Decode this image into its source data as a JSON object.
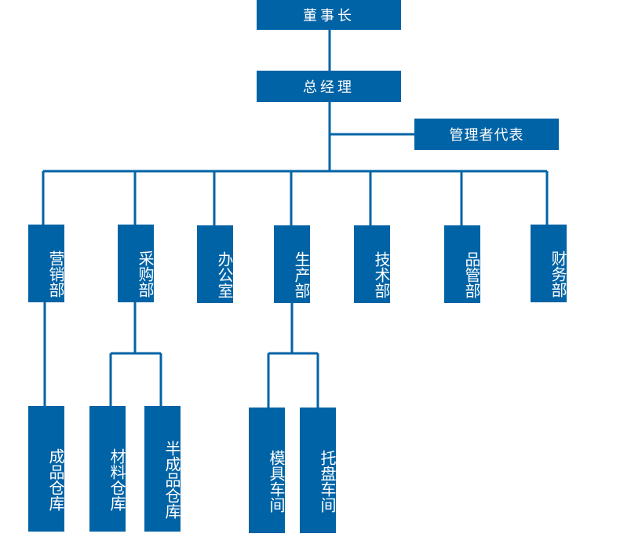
{
  "org_chart": {
    "board": "董事长",
    "general_manager": "总经理",
    "management_rep": "管理者代表",
    "departments": {
      "marketing": "营销部",
      "purchasing": "采购部",
      "office": "办公室",
      "production": "生产部",
      "technology": "技术部",
      "quality": "品管部",
      "finance": "财务部"
    },
    "sub_units": {
      "finished_goods_warehouse": "成品仓库",
      "material_warehouse": "材料仓库",
      "semi_finished_warehouse": "半成品仓库",
      "mold_workshop": "模具车间",
      "pallet_workshop": "托盘车间"
    }
  },
  "colors": {
    "box_fill": "#0063a5",
    "text": "#ffffff",
    "connector": "#0063a5"
  }
}
